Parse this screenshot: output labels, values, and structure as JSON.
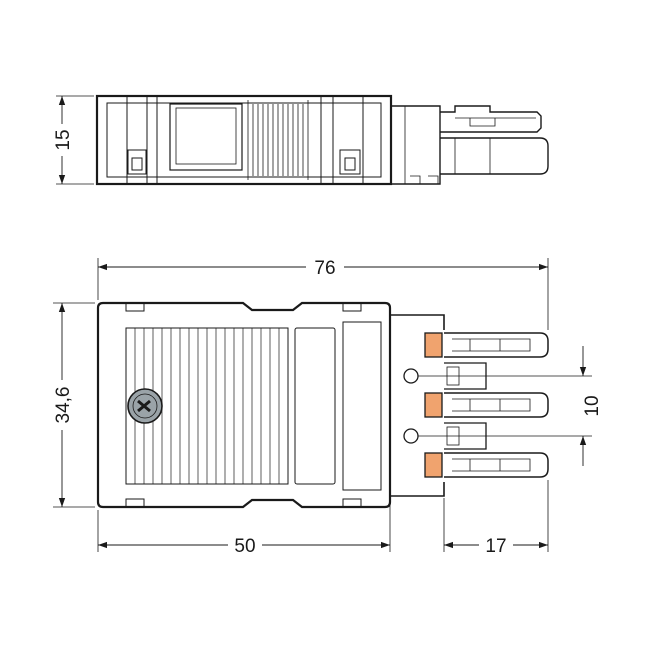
{
  "dimensions": {
    "height_top_view": "15",
    "overall_length": "76",
    "width": "34,6",
    "pin_pitch": "10",
    "body_length": "50",
    "pin_length": "17"
  },
  "colors": {
    "line": "#1a1a1a",
    "body_fill": "#ffffff",
    "contact_marker": "#f0a36e",
    "screw_fill": "#9aa3a8"
  },
  "icons": {
    "screw": "screw-head-icon",
    "polarization_hole": "circle-icon"
  }
}
